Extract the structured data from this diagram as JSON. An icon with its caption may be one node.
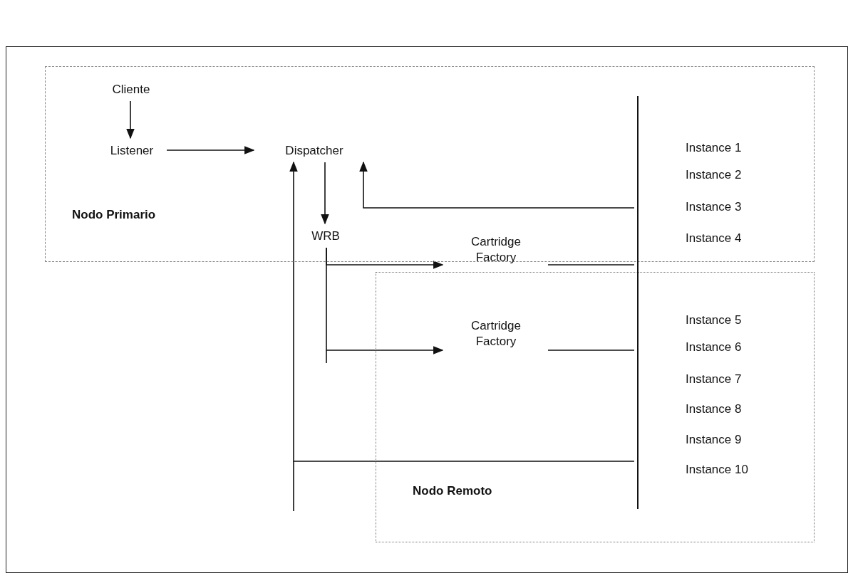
{
  "diagram": {
    "nodes": [
      {
        "text": [
          "Nodo Primario"
        ]
      },
      {
        "text": [
          "Cliente"
        ],
        "in": 0
      },
      {
        "text": [
          "Listener"
        ],
        "in": 0
      },
      {
        "text": [
          "Dispatcher"
        ],
        "in": 0
      },
      {
        "text": [
          "WRB"
        ],
        "in": 0
      },
      {
        "text": [
          "Cartridge Factory"
        ],
        "in": 0
      },
      {
        "text": [
          "Nodo Remoto"
        ]
      },
      {
        "text": [
          "Cartridge Factory"
        ],
        "in": 6
      },
      {
        "text": [],
        "shape": "bar"
      }
    ],
    "edges": [
      {
        "from": 1,
        "to": 2,
        "arrow": "to"
      },
      {
        "from": 2,
        "to": 3,
        "arrow": "to"
      },
      {
        "from": 3,
        "to": 4,
        "arrow": "to"
      },
      {
        "from": 8,
        "to": 3,
        "arrow": "to"
      },
      {
        "from": 8,
        "to": 3,
        "arrow": "to"
      },
      {
        "from": 4,
        "to": 5,
        "arrow": "to"
      },
      {
        "from": 4,
        "to": 7,
        "arrow": "to"
      },
      {
        "from": 5,
        "to": 8,
        "arrow": "none"
      },
      {
        "from": 7,
        "to": 8,
        "arrow": "none"
      }
    ],
    "labels": [
      "Instance 1",
      "Instance 2",
      "Instance 3",
      "Instance 4",
      "Instance 5",
      "Instance 6",
      "Instance 7",
      "Instance 8",
      "Instance 9",
      "Instance 10"
    ]
  }
}
